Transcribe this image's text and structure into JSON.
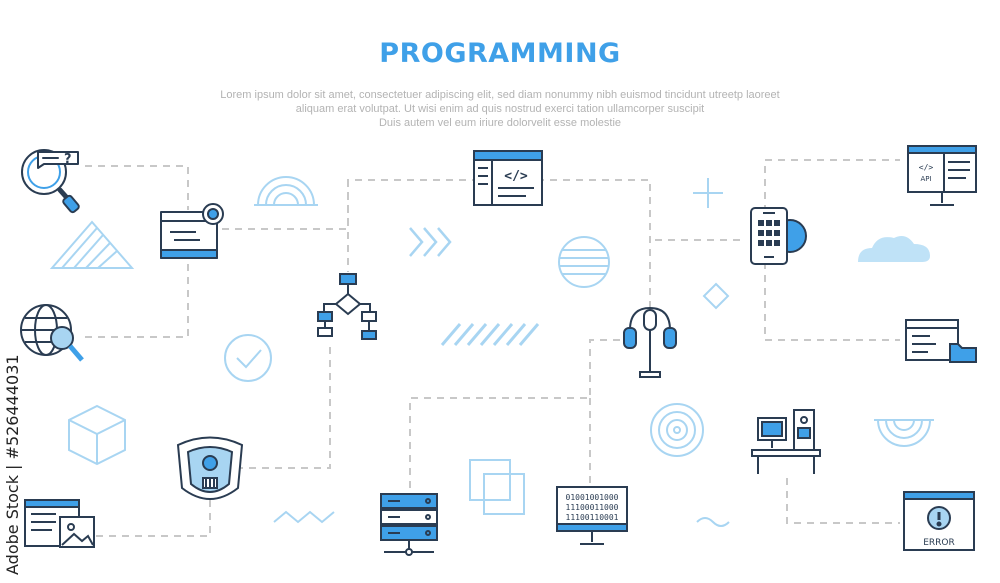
{
  "title": "PROGRAMMING",
  "description": [
    "Lorem ipsum dolor sit amet, consectetuer adipiscing elit, sed diam nonummy nibh euismod tincidunt utreetp laoreet",
    "aliquam erat volutpat. Ut wisi enim ad  quis nostrud exerci tation ullamcorper suscipit",
    "Duis autem vel eum iriure dolorvelit esse molestie"
  ],
  "watermark": "Adobe Stock | #526444031",
  "icons": {
    "code_window": "</>",
    "api_code": "</>",
    "api_label": "API",
    "binary": [
      "01001001000",
      "11100011000",
      "11100110001"
    ],
    "error_label": "ERROR",
    "question": "?"
  },
  "colors": {
    "accent": "#3fa0e8",
    "dark": "#2a3c52",
    "light_blue": "#a8d5f2",
    "connector": "#c8c8c8"
  }
}
